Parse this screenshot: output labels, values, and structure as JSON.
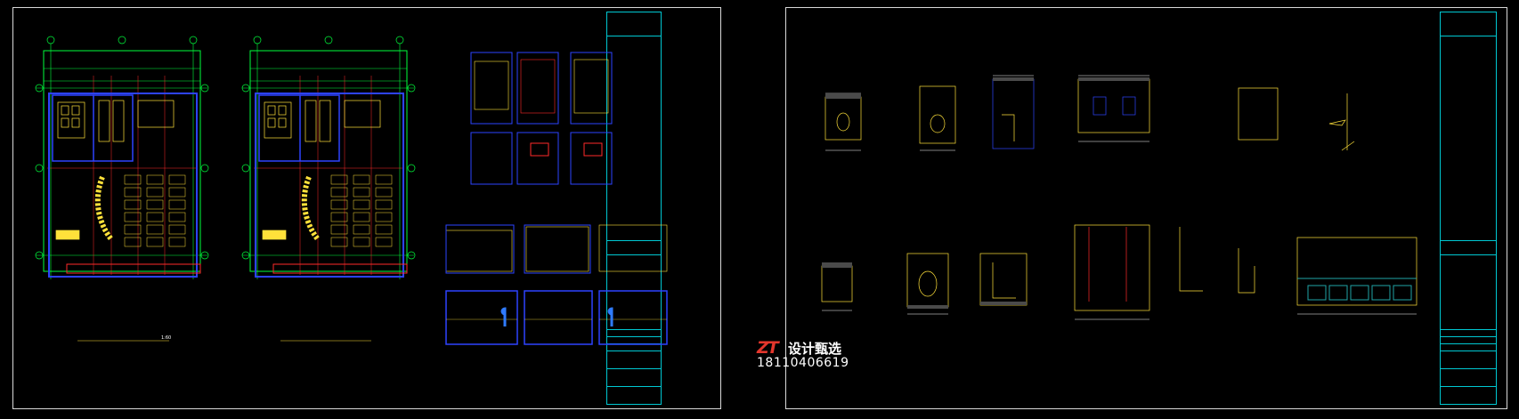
{
  "sheets": [
    {
      "id": "left",
      "title_label": "",
      "scale_label": "1:60",
      "sheet_no": ""
    },
    {
      "id": "right",
      "title_label": "",
      "sheet_no": ""
    }
  ],
  "watermark": {
    "logo": "ZT",
    "brand": "设计甄选",
    "phone": "18110406619"
  },
  "colors": {
    "background": "#000000",
    "sheet_border": "#d9d9d9",
    "title_block": "#00c8d2",
    "grid_green": "#00ff3c",
    "wall_blue": "#2d43ff",
    "furniture_yellow": "#ffe13a",
    "red_lines": "#ff2a2a",
    "dim_white": "#ffffff",
    "figure_blue": "#2f7bff",
    "tile_teal": "#1fa3a6",
    "accent_magenta": "#ff3bd6"
  }
}
